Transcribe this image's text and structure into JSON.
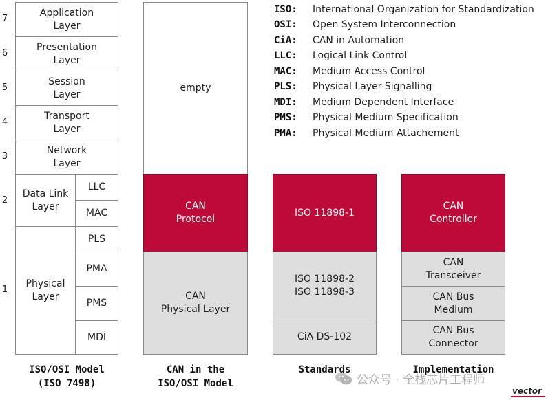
{
  "osi": {
    "layer_numbers": [
      "7",
      "6",
      "5",
      "4",
      "3",
      "2",
      "1"
    ],
    "application": "Application\nLayer",
    "presentation": "Presentation\nLayer",
    "session": "Session\nLayer",
    "transport": "Transport\nLayer",
    "network": "Network\nLayer",
    "data_link": "Data Link\nLayer",
    "llc": "LLC",
    "mac": "MAC",
    "physical": "Physical\nLayer",
    "pls": "PLS",
    "pma": "PMA",
    "pms": "PMS",
    "mdi": "MDI",
    "caption": "ISO/OSI Model\n(ISO 7498)"
  },
  "can_model": {
    "empty": "empty",
    "protocol": "CAN\nProtocol",
    "physical": "CAN\nPhysical Layer",
    "caption": "CAN in the\nISO/OSI Model"
  },
  "standards": {
    "iso1": "ISO 11898-1",
    "iso23": "ISO 11898-2\nISO 11898-3",
    "cia": "CiA DS-102",
    "caption": "Standards"
  },
  "implementation": {
    "controller": "CAN\nController",
    "transceiver": "CAN\nTransceiver",
    "medium": "CAN Bus\nMedium",
    "connector": "CAN Bus\nConnector",
    "caption": "Implementation"
  },
  "legend": [
    {
      "abbr": "ISO:",
      "desc": "International Organization for Standardization"
    },
    {
      "abbr": "OSI:",
      "desc": "Open System Interconnection"
    },
    {
      "abbr": "CiA:",
      "desc": "CAN in Automation"
    },
    {
      "abbr": "LLC:",
      "desc": "Logical Link Control"
    },
    {
      "abbr": "MAC:",
      "desc": "Medium Access Control"
    },
    {
      "abbr": "PLS:",
      "desc": "Physical Layer Signalling"
    },
    {
      "abbr": "MDI:",
      "desc": "Medium Dependent Interface"
    },
    {
      "abbr": "PMS:",
      "desc": "Physical Medium Specification"
    },
    {
      "abbr": "PMA:",
      "desc": "Physical Medium Attachement"
    }
  ],
  "watermark": "公众号 · 全栈芯片工程师",
  "logo": "vector",
  "colors": {
    "protocol_red": "#be0a38",
    "physical_gray": "#dedede"
  }
}
